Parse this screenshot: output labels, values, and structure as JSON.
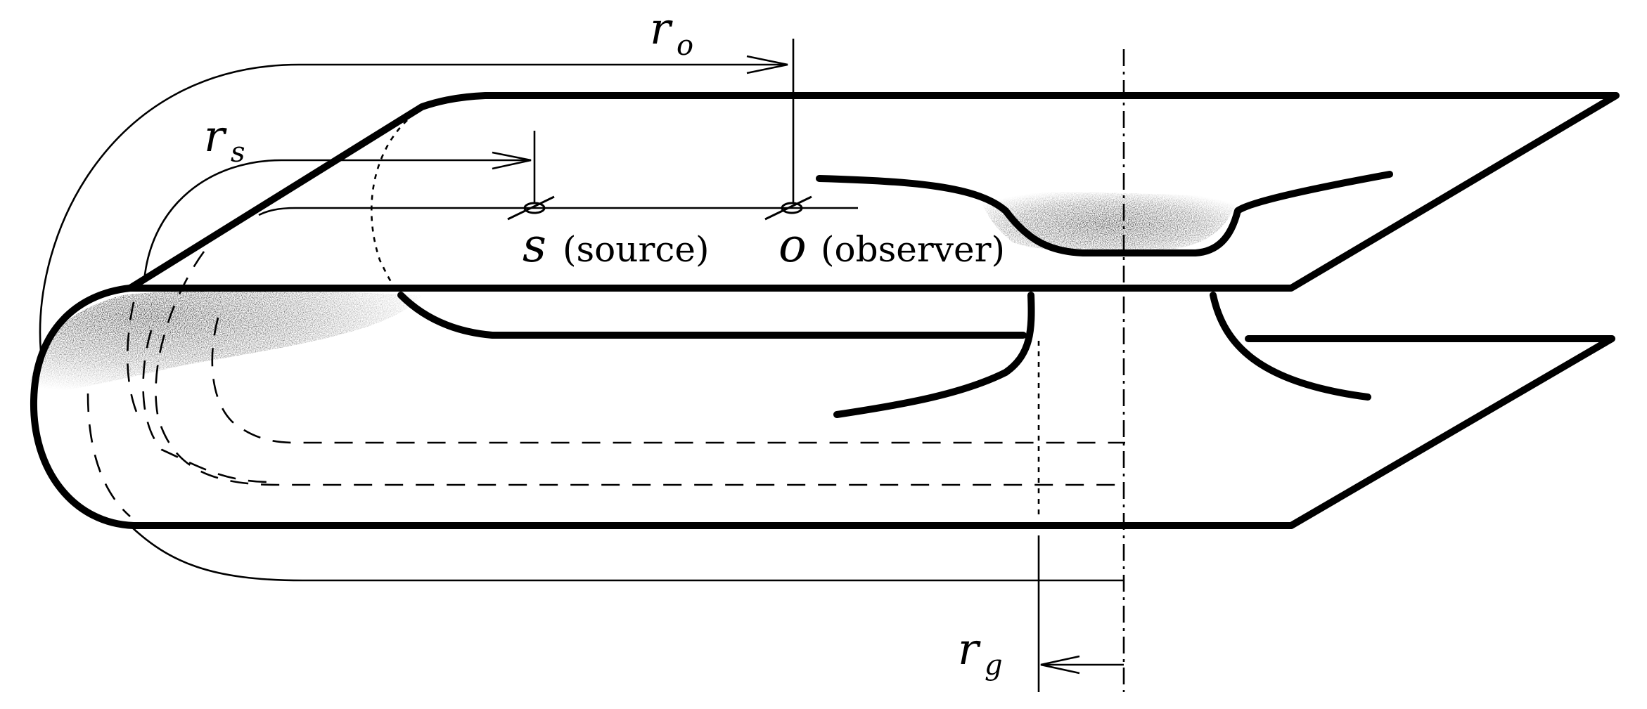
{
  "labels": {
    "r_o": {
      "sym": "r",
      "sub": "o"
    },
    "r_s": {
      "sym": "r",
      "sub": "s"
    },
    "r_g": {
      "sym": "r",
      "sub": "g"
    },
    "source": {
      "sym": "s",
      "word": "(source)"
    },
    "observer": {
      "sym": "o",
      "word": "(observer)"
    }
  }
}
